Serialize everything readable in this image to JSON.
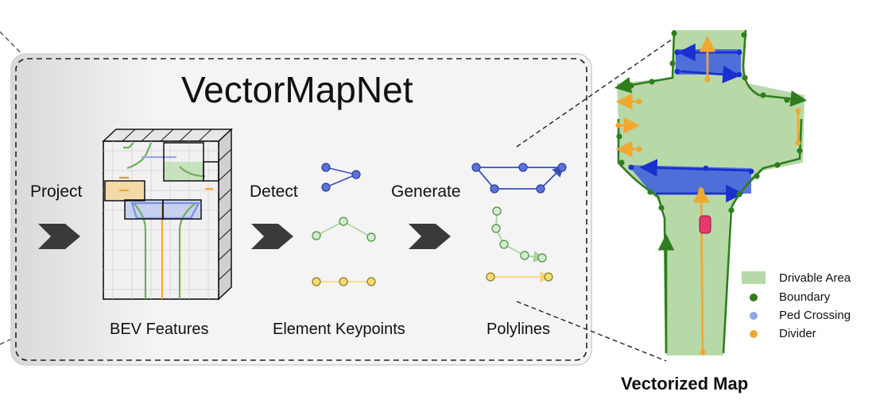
{
  "title": "VectorMapNet",
  "steps": {
    "project": "Project",
    "detect": "Detect",
    "generate": "Generate"
  },
  "captions": {
    "bev": "BEV Features",
    "keypoints": "Element Keypoints",
    "polylines": "Polylines"
  },
  "map_title": "Vectorized Map",
  "legend": [
    {
      "label": "Drivable Area",
      "color": "#b7d9a8"
    },
    {
      "label": "Boundary",
      "color": "#2f7d1f"
    },
    {
      "label": "Ped Crossing",
      "color": "#8fa6e8"
    },
    {
      "label": "Divider",
      "color": "#f0a830"
    }
  ]
}
